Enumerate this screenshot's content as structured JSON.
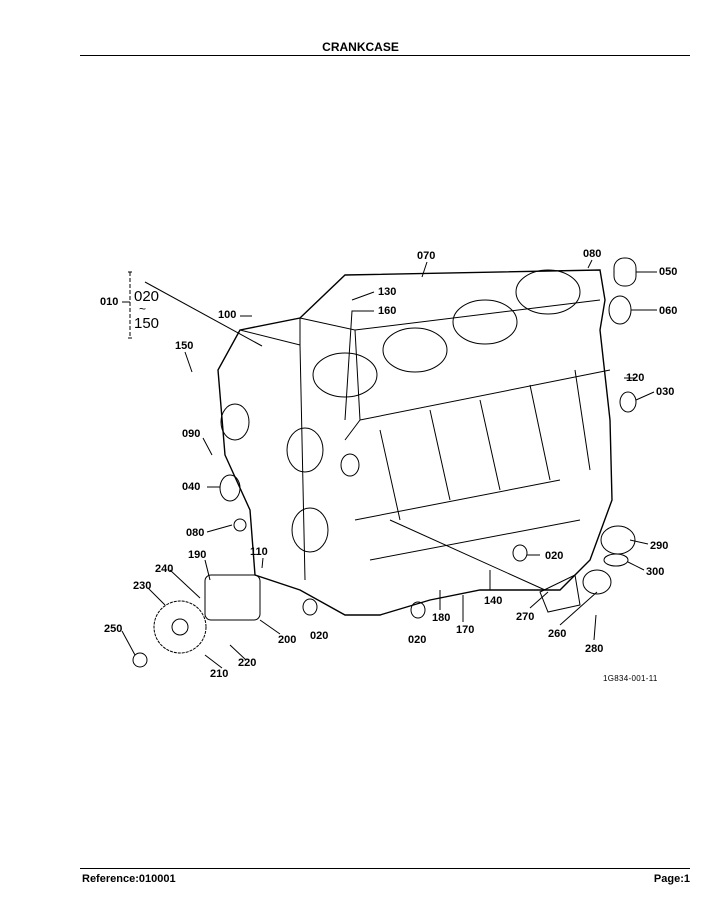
{
  "header": {
    "title": "CRANKCASE"
  },
  "diagram": {
    "callouts": [
      "070",
      "080",
      "050",
      "010",
      "020",
      "~",
      "150",
      "100",
      "130",
      "160",
      "060",
      "150",
      "120",
      "030",
      "090",
      "040",
      "080",
      "110",
      "190",
      "240",
      "230",
      "250",
      "020",
      "200",
      "020",
      "210",
      "220",
      "180",
      "170",
      "140",
      "020",
      "270",
      "260",
      "280",
      "290",
      "300"
    ],
    "figure_code": "1G834-001-11"
  },
  "footer": {
    "reference": "Reference:010001",
    "page": "Page:1"
  }
}
